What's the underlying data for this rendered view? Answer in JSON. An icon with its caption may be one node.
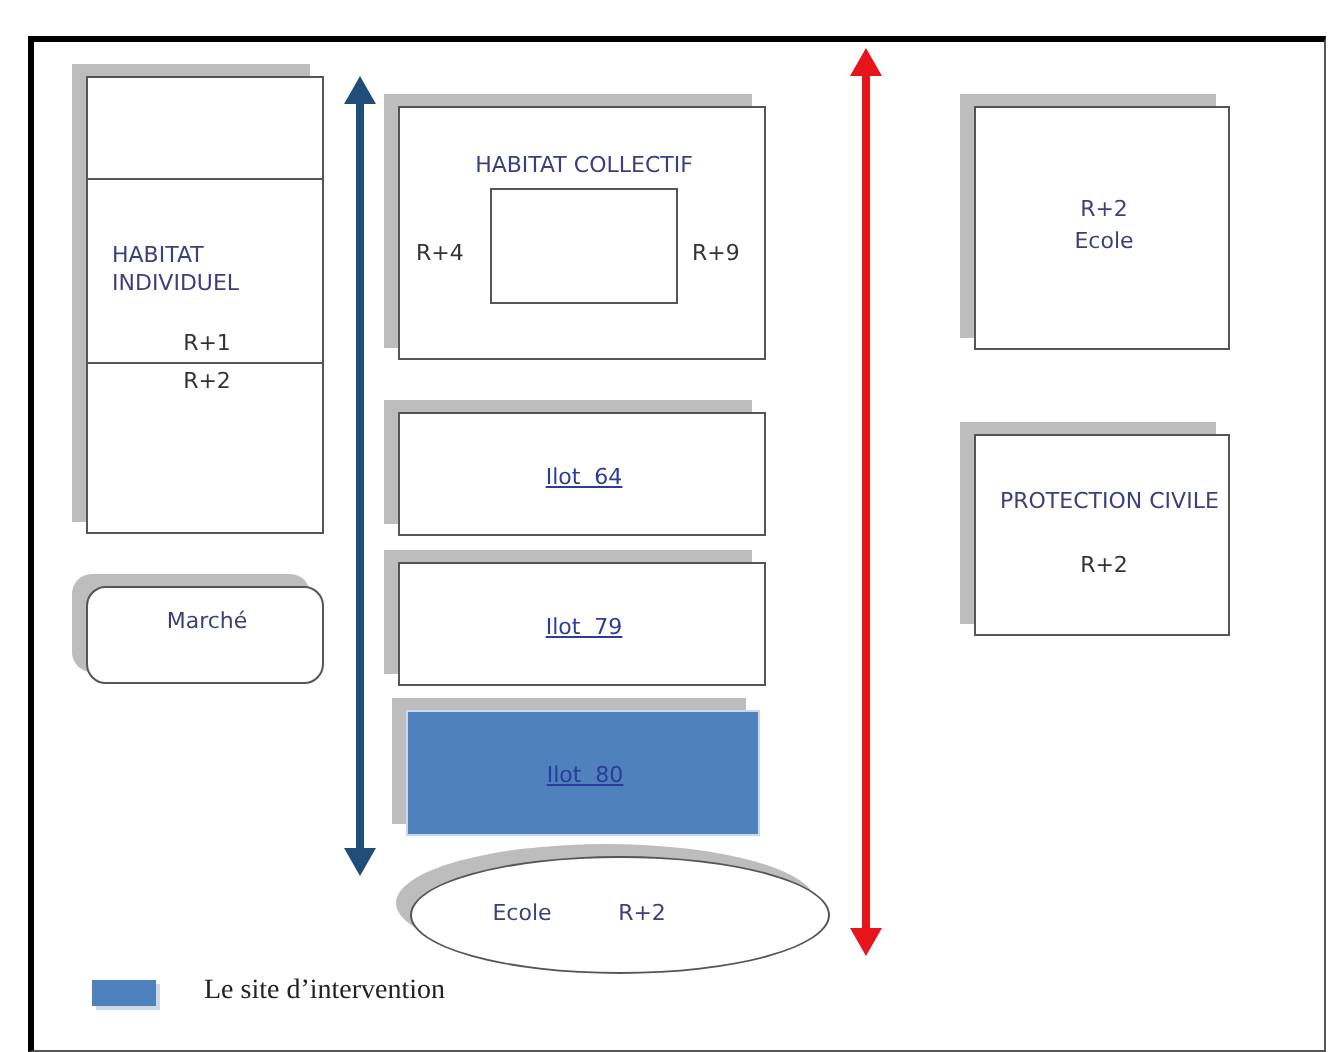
{
  "diagram": {
    "nodes": [
      {
        "text": [
          "HABITAT INDIVIDUEL",
          "R+1",
          "R+2"
        ]
      },
      {
        "text": [
          "HABITAT COLLECTIF",
          "R+4",
          "R+9"
        ]
      },
      {
        "text": [],
        "shape": "box",
        "in": 1
      },
      {
        "text": [
          "R+2",
          "Ecole"
        ]
      },
      {
        "text": [
          "Ilot  64"
        ]
      },
      {
        "text": [
          "PROTECTION CIVILE",
          "R+2"
        ]
      },
      {
        "text": [
          "Marché"
        ]
      },
      {
        "text": [
          "Ilot  79"
        ]
      },
      {
        "text": [
          "Ilot  80"
        ]
      },
      {
        "text": [
          "Ecole",
          "R+2"
        ]
      }
    ],
    "legend": [
      {
        "text": "Le site d’intervention",
        "color": "#4f81bd"
      }
    ]
  }
}
